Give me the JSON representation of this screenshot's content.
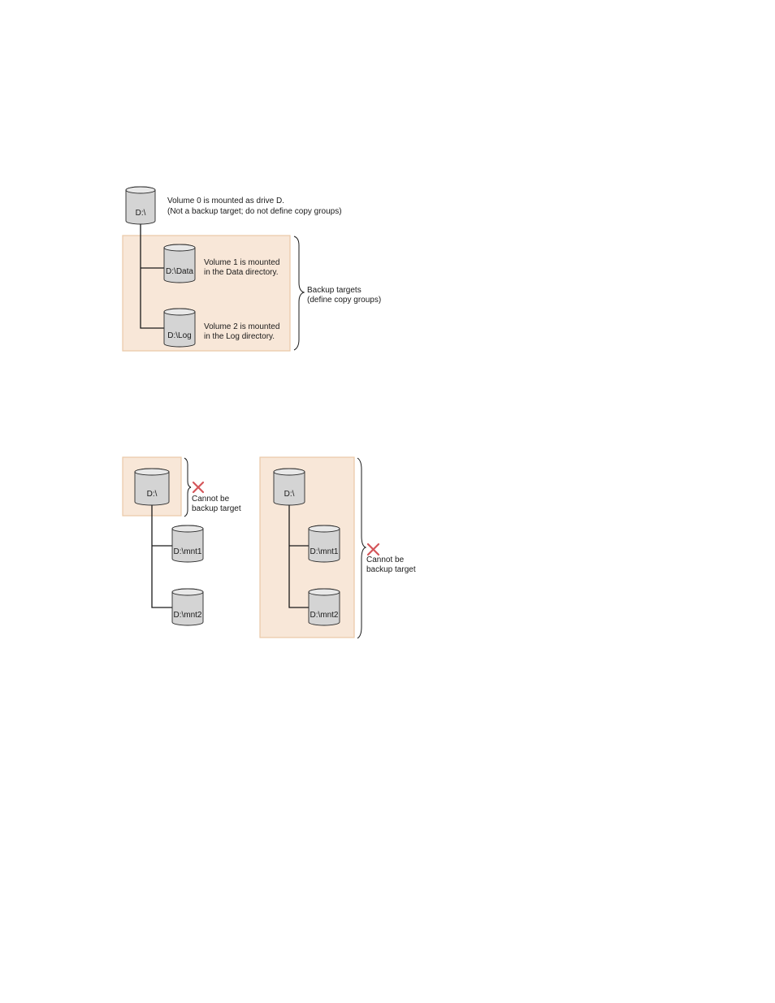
{
  "diagram_top": {
    "root_disk": {
      "label": "D:\\"
    },
    "root_note": {
      "line1": "Volume 0 is mounted as drive D.",
      "line2": "(Not a backup target; do not define copy groups)"
    },
    "data_disk": {
      "label": "D:\\Data"
    },
    "data_note": {
      "line1": "Volume 1 is mounted",
      "line2": "in the Data directory."
    },
    "log_disk": {
      "label": "D:\\Log"
    },
    "log_note": {
      "line1": "Volume 2 is mounted",
      "line2": "in the Log directory."
    },
    "backup_note": {
      "line1": "Backup targets",
      "line2": "(define copy groups)"
    }
  },
  "diagram_bottom_left": {
    "root_disk": {
      "label": "D:\\"
    },
    "mnt1_disk": {
      "label": "D:\\mnt1"
    },
    "mnt2_disk": {
      "label": "D:\\mnt2"
    },
    "cannot_note": {
      "line1": "Cannot be",
      "line2": "backup target"
    }
  },
  "diagram_bottom_right": {
    "root_disk": {
      "label": "D:\\"
    },
    "mnt1_disk": {
      "label": "D:\\mnt1"
    },
    "mnt2_disk": {
      "label": "D:\\mnt2"
    },
    "cannot_note": {
      "line1": "Cannot be",
      "line2": "backup target"
    }
  },
  "colors": {
    "region_fill": "#f8e7d8",
    "region_border": "#eac9a6",
    "disk_fill": "#d4d4d4",
    "x_mark": "#d4565a"
  }
}
